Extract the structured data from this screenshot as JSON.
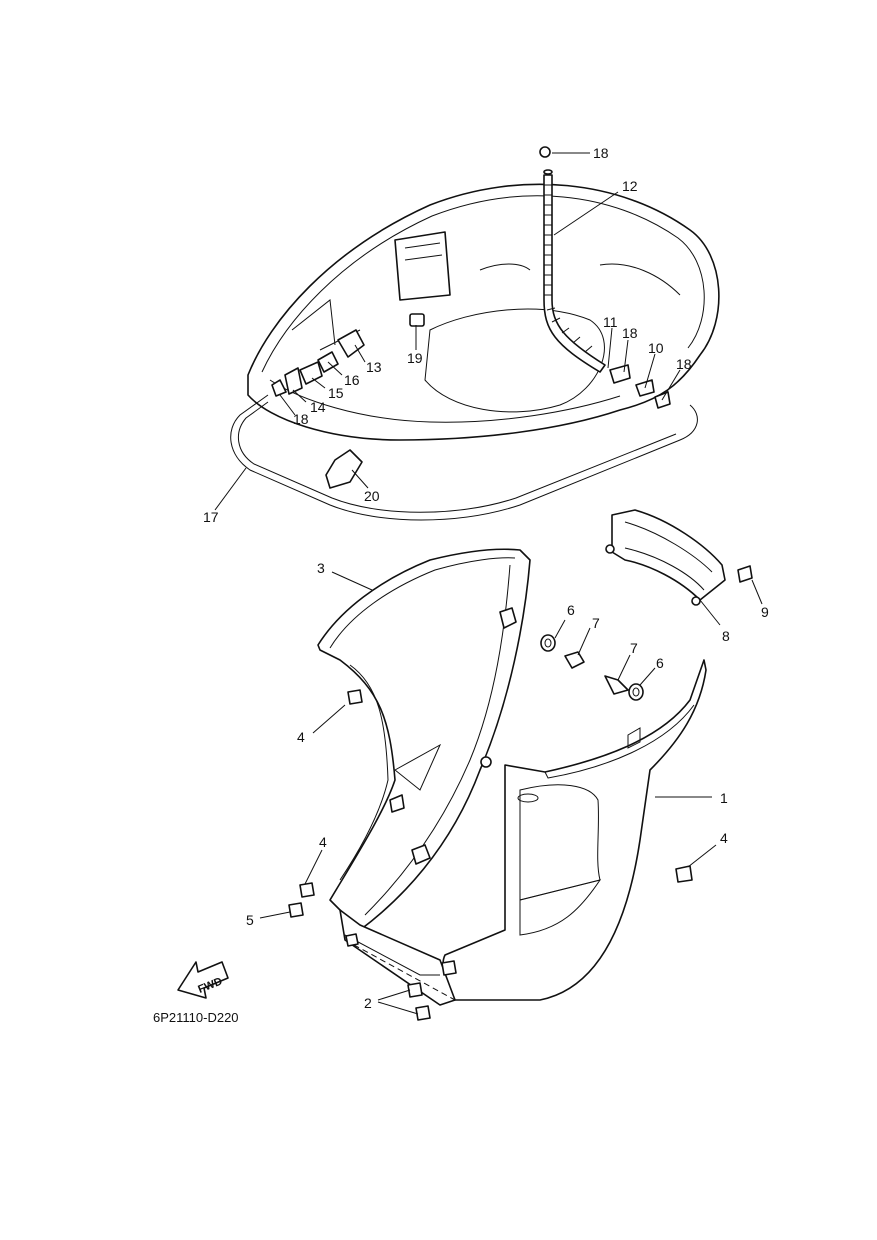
{
  "diagram_code": "6P21110-D220",
  "fwd_label": "FWD",
  "callouts": {
    "c18a": "18",
    "c12": "12",
    "c11": "11",
    "c18b": "18",
    "c10": "10",
    "c18c": "18",
    "c19": "19",
    "c13": "13",
    "c16": "16",
    "c15": "15",
    "c14": "14",
    "c18d": "18",
    "c20": "20",
    "c17": "17",
    "c3": "3",
    "c6a": "6",
    "c7a": "7",
    "c7b": "7",
    "c6b": "6",
    "c8": "8",
    "c9": "9",
    "c4a": "4",
    "c1": "1",
    "c4b": "4",
    "c4c": "4",
    "c5": "5",
    "c2": "2"
  }
}
